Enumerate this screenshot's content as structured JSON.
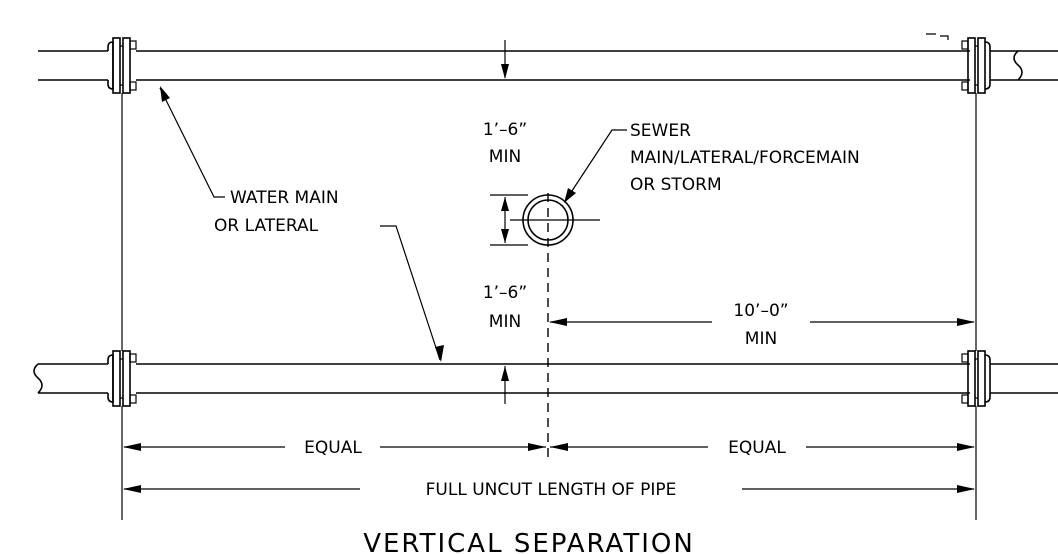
{
  "labels": {
    "water_main_line1": "WATER MAIN",
    "water_main_line2": "OR LATERAL",
    "sewer_line1": "SEWER",
    "sewer_line2": "MAIN/LATERAL/FORCEMAIN",
    "sewer_line3": "OR STORM",
    "upper_clearance": "1’–6”",
    "upper_clearance_min": "MIN",
    "lower_clearance": "1’–6”",
    "lower_clearance_min": "MIN",
    "horizontal_dist": "10’–0”",
    "horizontal_dist_min": "MIN",
    "equal_left": "EQUAL",
    "equal_right": "EQUAL",
    "full_length": "FULL UNCUT LENGTH OF PIPE"
  },
  "title": "VERTICAL SEPARATION"
}
